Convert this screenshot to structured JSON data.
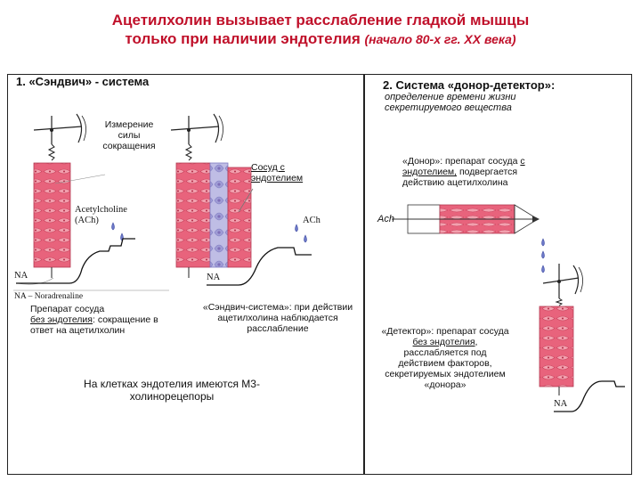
{
  "title": {
    "line1": "Ацетилхолин вызывает расслабление гладкой мышцы",
    "line2": "только при наличии эндотелия",
    "line2_note": "(начало 80-х гг. XX века)"
  },
  "left_panel": {
    "header": "1. «Сэндвич» - система",
    "force_label": "Измерение силы сокращения",
    "vessel_label": "Сосуд с эндотелием",
    "ach_label_full": "Acetylcholine",
    "ach_label_abbr": "(ACh)",
    "ach_label_short": "ACh",
    "na_label": "NA",
    "na_label_2": "NA",
    "na_legend": "NA – Noradrenaline",
    "caption_left_line1": "Препарат сосуда",
    "caption_left_u": "без эндотелия",
    "caption_left_rest": ": сокращение в ответ на ацетилхолин",
    "caption_right": "«Сэндвич-система»: при действии ацетилхолина наблюдается расслабление",
    "bottom_note": "На клетках эндотелия имеются М3-холинорецепоры"
  },
  "right_panel": {
    "header": "2. Система «донор-детектор»:",
    "subheader": "определение времени жизни секретируемого вещества",
    "donor_prefix": "«Донор»: препарат сосуда ",
    "donor_u": "с эндотелием,",
    "donor_rest": " подвергается действию ацетилхолина",
    "ach_label": "Ach",
    "detector_prefix": "«Детектор»: препарат сосуда ",
    "detector_u": "без эндотелия",
    "detector_rest": ", расслабляется под действием факторов, секретируемых эндотелием «донора»",
    "na_label": "NA"
  },
  "colors": {
    "title_red": "#c0102a",
    "muscle_pink": "#e8637c",
    "endothelium_blue": "#a9a6d8",
    "drop_blue": "#6c78c8"
  }
}
